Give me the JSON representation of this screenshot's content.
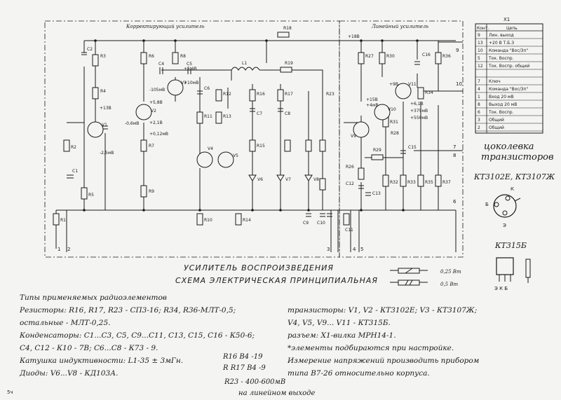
{
  "blocks": {
    "correcting_amp": "Корректирующий усилитель",
    "linear_amp": "Линейный усилитель"
  },
  "connector": {
    "header_pin": "Конт.",
    "header_circuit": "Цепь",
    "ref": "X1",
    "rows": [
      {
        "pin": "9",
        "name": "Лин. выход"
      },
      {
        "pin": "13",
        "name": "+20 В Т.Б.З"
      },
      {
        "pin": "10",
        "name": "Команда \"Вос/Зп\""
      },
      {
        "pin": "5",
        "name": "Ток. Воспр."
      },
      {
        "pin": "12",
        "name": "Ток. Воспр. общий"
      },
      {
        "pin": "",
        "name": ""
      },
      {
        "pin": "7",
        "name": "Ключ"
      },
      {
        "pin": "4",
        "name": "Команда \"Вос/Зп\""
      },
      {
        "pin": "1",
        "name": "Вход 20 мВ"
      },
      {
        "pin": "8",
        "name": "Выход 20 мВ"
      },
      {
        "pin": "6",
        "name": "Ток. Воспр."
      },
      {
        "pin": "3",
        "name": "Общий"
      },
      {
        "pin": "2",
        "name": "Общий"
      }
    ]
  },
  "pinout": {
    "title1": "цоколевка",
    "title2": "транзисторов",
    "t1": "КТ3102Е, КТ3107Ж",
    "t2": "КТ315Б",
    "pins1": [
      "Б",
      "К",
      "Э"
    ],
    "pins2": "Э К Б"
  },
  "components": [
    "C2",
    "R3",
    "R4",
    "V1",
    "R2",
    "C1",
    "R5",
    "R1",
    "R6",
    "R8",
    "C4",
    "C5",
    "V2",
    "V3",
    "R7",
    "R9",
    "C6",
    "R12",
    "R11",
    "R13",
    "V4",
    "V5",
    "R18",
    "L1",
    "R19",
    "R16",
    "R15",
    "R17",
    "C7",
    "C8",
    "R23",
    "V6",
    "V7",
    "V8",
    "R14",
    "R10",
    "C9",
    "C10",
    "C11",
    "R27",
    "R30",
    "V9",
    "V10",
    "V11",
    "R31",
    "R28",
    "R29",
    "R26",
    "C12",
    "C13",
    "C15",
    "C16",
    "R32",
    "R33",
    "R34",
    "R35",
    "R36",
    "R37"
  ],
  "voltages": {
    "v1": "+18В",
    "v2": "+13В",
    "v3": "+18В",
    "v4": "+9В",
    "v5": "+15В",
    "v6": "+4мВ",
    "v7": "-105мВ",
    "v8": "+5,8В",
    "v9": "-0,6мВ",
    "v10": "+2,1В",
    "v11": "+5,4В",
    "v12": "+10мВ",
    "v13": "+0,12мВ",
    "v14": "-2,5мВ",
    "v15": "+6,1В",
    "v16": "+375мВ",
    "v17": "+550мВ"
  },
  "bus_pins": [
    "1",
    "2",
    "3",
    "4",
    "5",
    "6",
    "7",
    "8",
    "9",
    "10"
  ],
  "title": {
    "line1": "УСИЛИТЕЛЬ   ВОСПРОИЗВЕДЕНИЯ",
    "line2": "СХЕМА ЭЛЕКТРИЧЕСКАЯ ПРИНЦИПИАЛЬНАЯ"
  },
  "power_legend": [
    {
      "label": "0,25 Вт"
    },
    {
      "label": "0,5 Вт"
    }
  ],
  "notes_left": [
    "Типы применяемых радиоэлементов",
    "Резисторы: R16, R17, R23 - СП3-16; R34, R36-МЛТ-0,5;",
    "остальные - МЛТ-0,25.",
    "Конденсаторы: С1...С3, С5, С9...С11, С13, С15, С16 - К50-6;",
    "С4, С12 - К10 - 7В; С6...С8 - К73 - 9.",
    "Катушка индуктивности: L1-35 ± 3мГн.",
    "Диоды: V6...V8 - КД103А."
  ],
  "notes_right": [
    "транзисторы: V1, V2 - КТ3102Е; V3 - КТ3107Ж;",
    "V4, V5, V9... V11 - КТ315Б.",
    "разъем: X1-вилка МРН14-1.",
    "*элементы подбираются при настройке.",
    "Измерение напряжений производить прибором",
    "типа В7-26 относительно корпуса."
  ],
  "handwritten": [
    "R16 В4 -19",
    "R R17 В4 -9",
    "R23 - 400-600мВ",
    "на линейном выходе"
  ],
  "page_mark": "5ч"
}
